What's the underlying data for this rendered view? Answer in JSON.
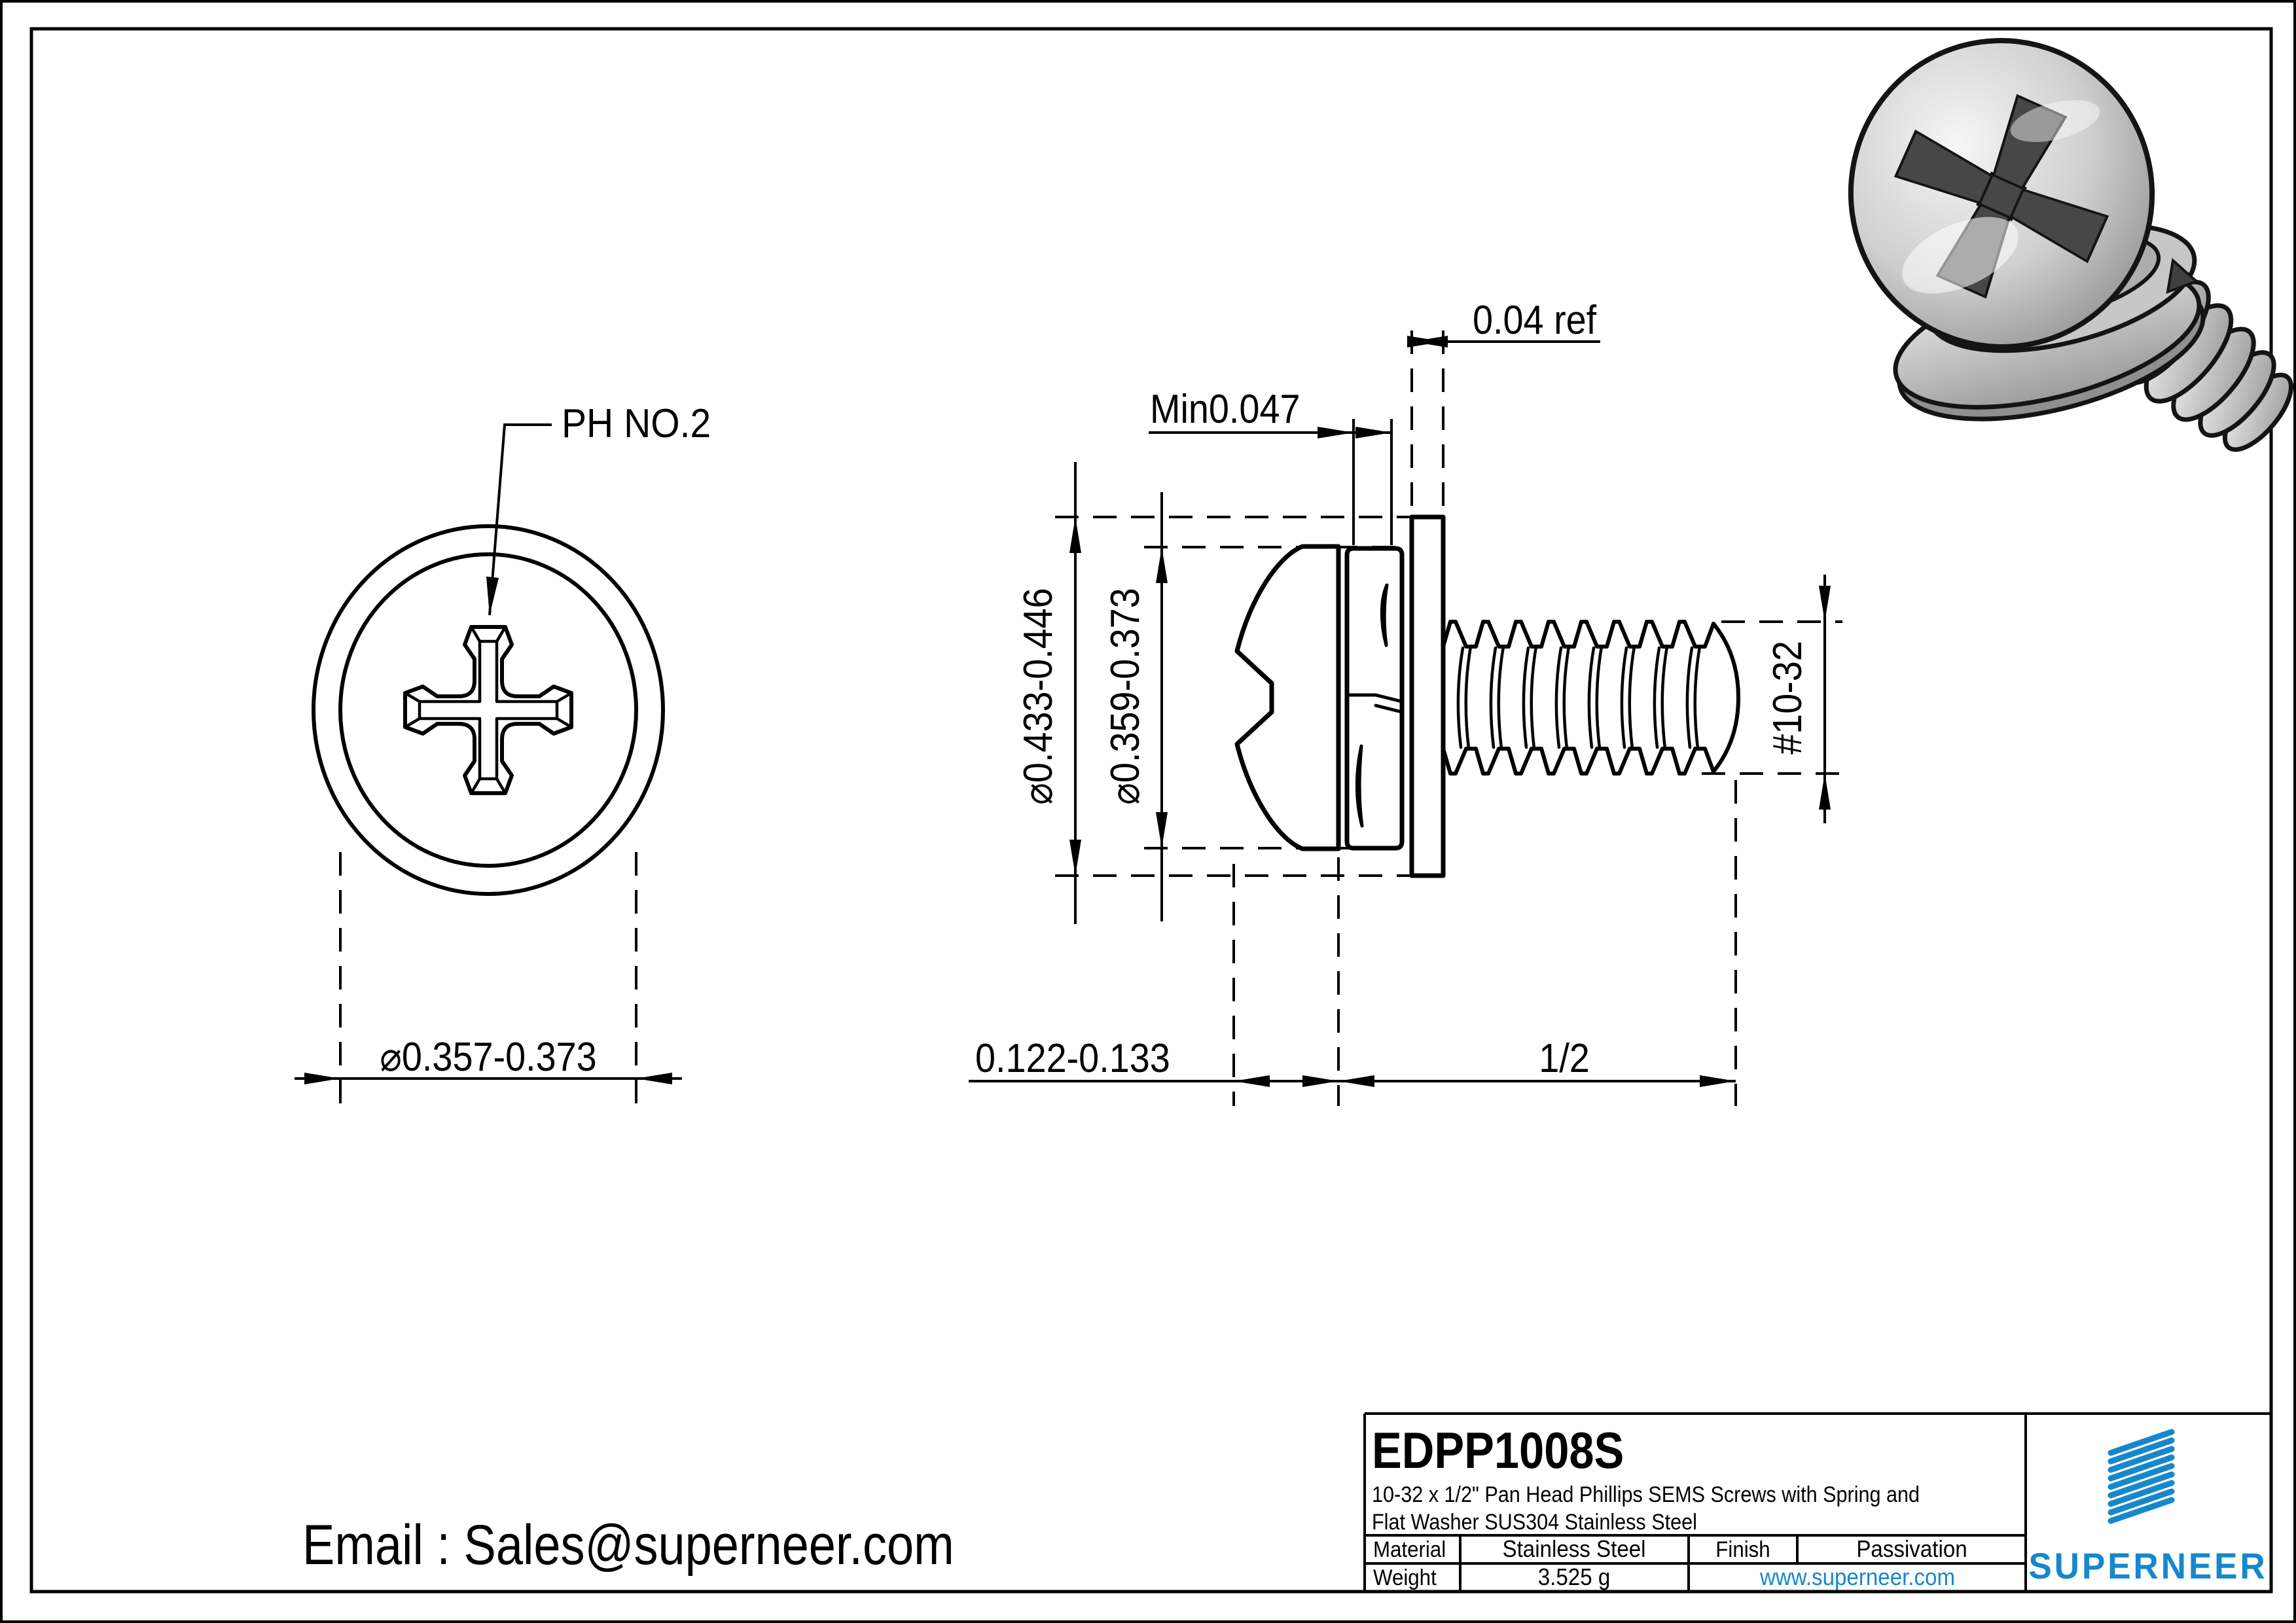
{
  "sheet": {
    "background": "#ffffff",
    "line_color": "#000000",
    "accent_blue": "#1787cb"
  },
  "views": {
    "ph_label": "PH NO.2",
    "front_diameter": "⌀0.357-0.373",
    "washer_od": "⌀0.433-0.446",
    "head_od": "⌀0.359-0.373",
    "spring_washer_min": "Min0.047",
    "flat_washer_ref": "0.04 ref",
    "thread_spec": "#10-32",
    "head_height": "0.122-0.133",
    "thread_length": "1/2"
  },
  "contact": {
    "email": "Email : Sales@superneer.com"
  },
  "title_block": {
    "part_number": "EDPP1008S",
    "description_line1": "10-32 x 1/2\" Pan Head Phillips SEMS Screws with Spring and",
    "description_line2": "Flat Washer SUS304 Stainless Steel",
    "material_label": "Material",
    "material_value": "Stainless Steel",
    "finish_label": "Finish",
    "finish_value": "Passivation",
    "weight_label": "Weight",
    "weight_value": "3.525 g",
    "website": "www.superneer.com",
    "brand_name": "SUPERNEER"
  }
}
